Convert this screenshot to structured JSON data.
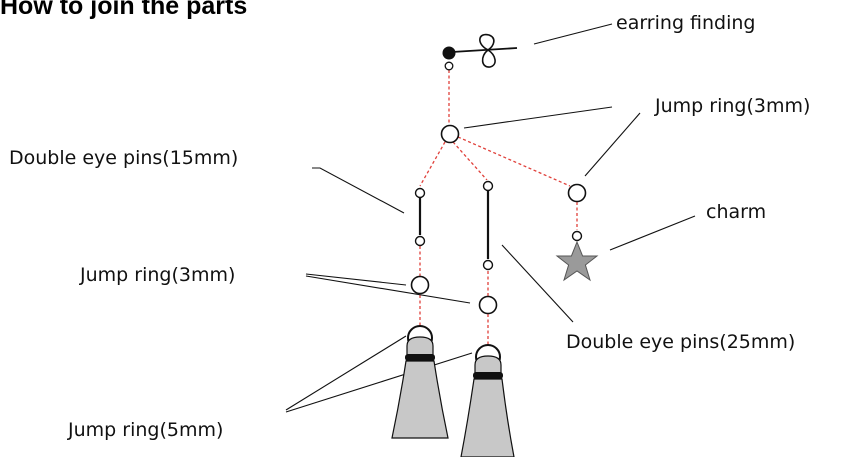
{
  "title": "How to join the parts",
  "labels": {
    "earring_finding": "earring finding",
    "jump_ring_top": "Jump ring(3mm)",
    "double_eye_15": "Double eye pins(15mm)",
    "charm": "charm",
    "jump_ring_mid": "Jump ring(3mm)",
    "double_eye_25": "Double eye pins(25mm)",
    "jump_ring_5": "Jump ring(5mm)"
  },
  "colors": {
    "connector": "#e0403a",
    "outline": "#111111",
    "tassel": "#c8c8c8",
    "star": "#9a9a9a"
  }
}
